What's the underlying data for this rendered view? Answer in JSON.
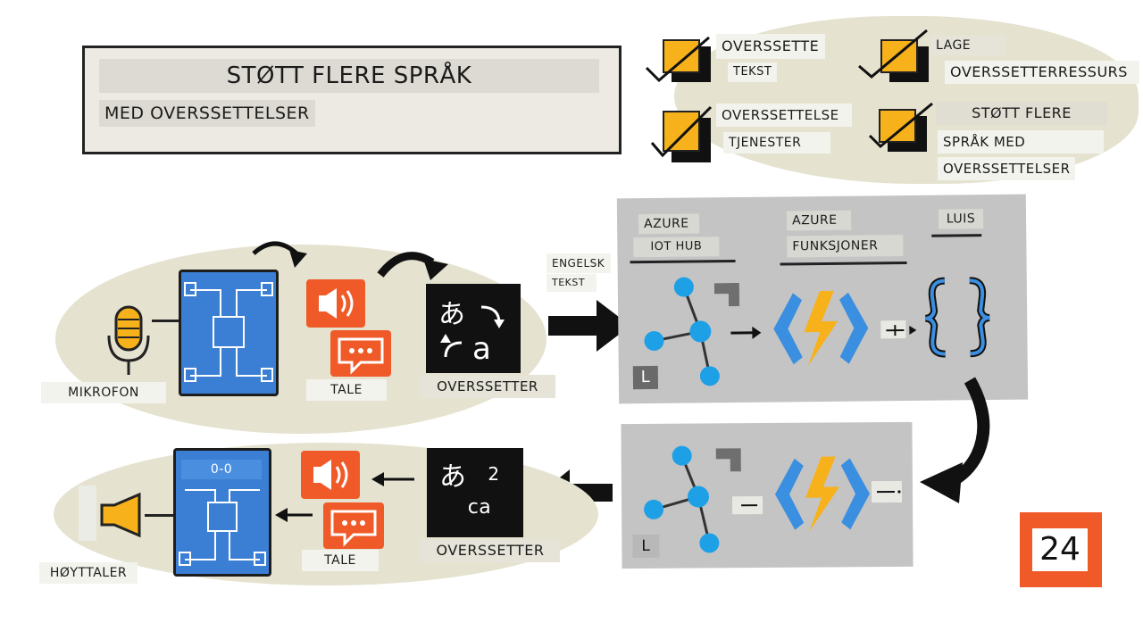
{
  "title_box": {
    "title": "STØTT FLERE SPRÅK",
    "subtitle": "MED OVERSSETTELSER"
  },
  "checklist": [
    {
      "line1": "OVERSSETTE",
      "line2": "TEKST"
    },
    {
      "line1": "LAGE",
      "line2": "OVERSSETTERRESSURS"
    },
    {
      "line1": "OVERSSETTELSE",
      "line2": "TJENESTER"
    },
    {
      "line1": "STØTT FLERE",
      "line2": "SPRÅK MED",
      "line3": "OVERSSETTELSER"
    }
  ],
  "input_flow": {
    "microphone": "MIKROFON",
    "speech": "TALE",
    "translator": "OVERSSETTER",
    "arrow_label_1": "ENGELSK",
    "arrow_label_2": "TEKST"
  },
  "cloud_panel": {
    "col1_line1": "AZURE",
    "col1_line2": "IOT HUB",
    "col2_line1": "AZURE",
    "col2_line2": "FUNKSJONER",
    "col3": "LUIS",
    "hub_badge": "L"
  },
  "return_panel": {
    "hub_badge": "L"
  },
  "output_flow": {
    "chip_text": "0-0",
    "translator_top": "2",
    "translator_bottom": "ca",
    "translator": "OVERSSETTER",
    "speech": "TALE",
    "speaker": "HØYTTALER"
  },
  "page_number": "24",
  "colors": {
    "blob": "#e5e2cf",
    "panel": "#c4c4c4",
    "chip_blue": "#3b7fd4",
    "orange": "#f05a28",
    "checkbox_yellow": "#f7b21b",
    "node_blue": "#1ea0e6"
  }
}
